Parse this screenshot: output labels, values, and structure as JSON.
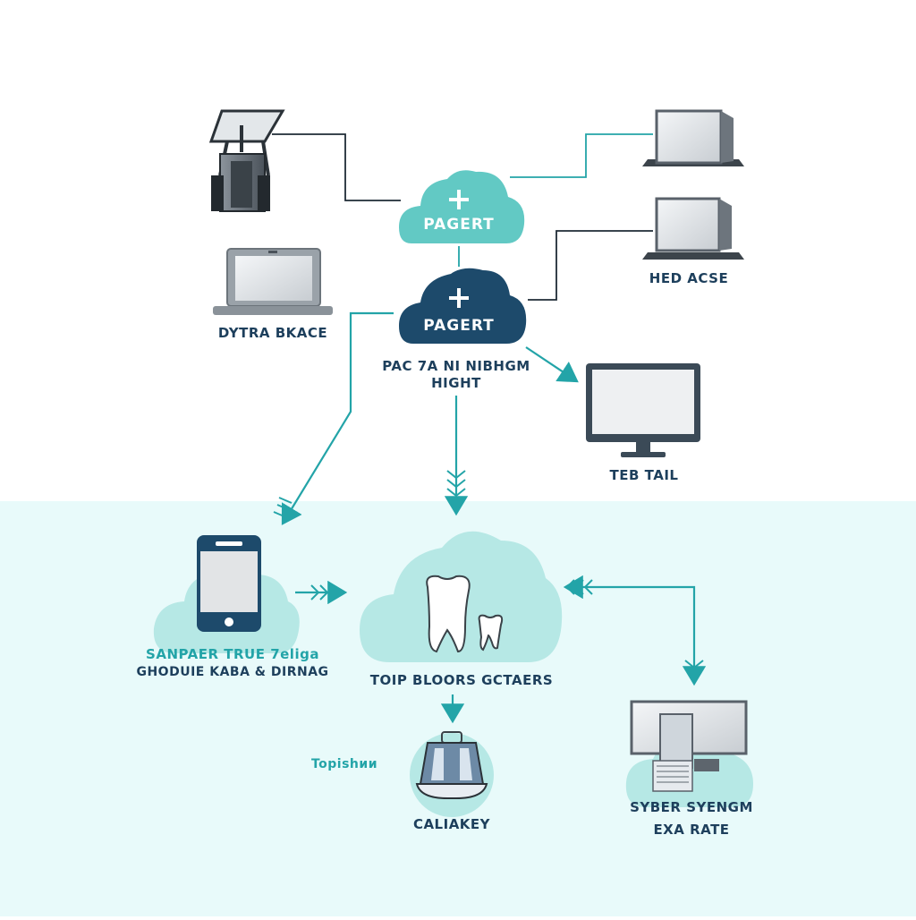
{
  "colors": {
    "teal": "#23a4a8",
    "teal_light": "#62c9c4",
    "navy": "#1d4a6b",
    "band": "#e8fafa",
    "cloud_pale": "#b6e8e5",
    "line_dark": "#1f2b36"
  },
  "clouds": {
    "top": {
      "label": "PAGERT",
      "icon": "plus-icon"
    },
    "second": {
      "label": "PAGERT",
      "icon": "plus-icon"
    }
  },
  "labels": {
    "laptop": "DYTRA BKACE",
    "server_right": "HED ACSE",
    "center_line1": "PAC 7A NI NIBHGM",
    "center_line2": "HIGHT",
    "monitor_right": "TEB TAIL",
    "phone_line1": "SANPAER TRUE 7eligа",
    "phone_line2": "GHODUIE  KABA & DIRNAG",
    "tooth_cloud": "TOIP BLOORS GCTAERS",
    "side_tag": "Topishии",
    "bottom_node": "CALIAKEY",
    "cyber_line1": "SYBER SYENGM",
    "cyber_line2": "EXA RATE"
  },
  "icons": {
    "machine": "dental-chair-machine-icon",
    "laptop": "laptop-icon",
    "monitor_a": "monitor-icon",
    "monitor_b": "monitor-icon",
    "monitor_c": "desktop-monitor-icon",
    "phone": "smartphone-icon",
    "tooth": "tooth-icon",
    "chair": "dental-chair-icon",
    "cyber": "workstation-icon"
  }
}
